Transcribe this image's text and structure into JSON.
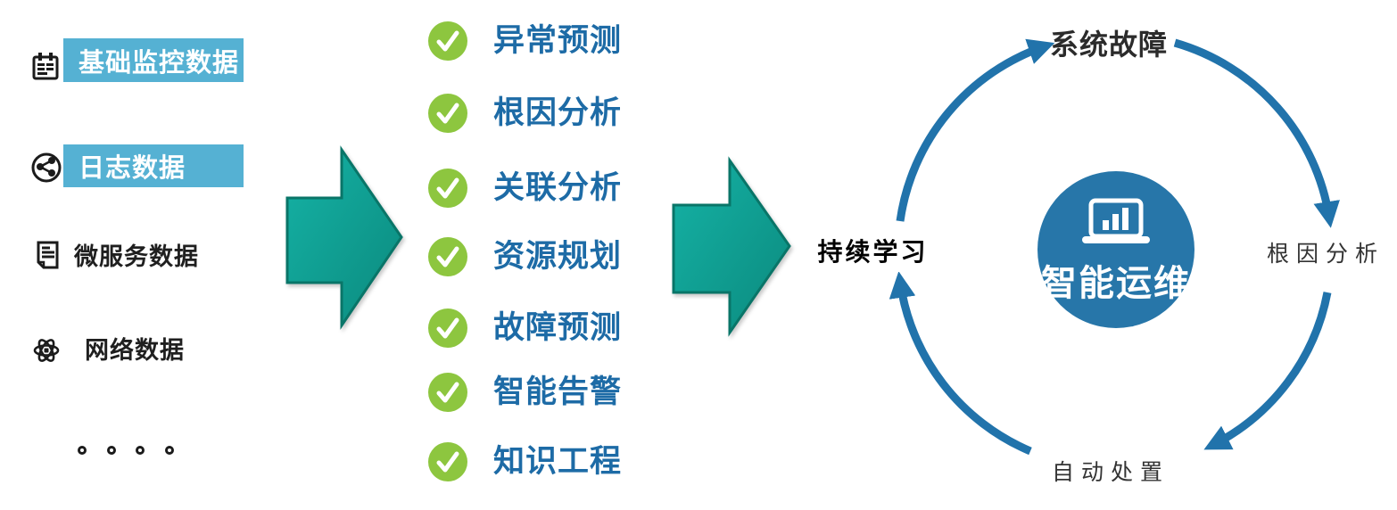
{
  "data_sources": {
    "items": [
      {
        "label": "基础监控数据",
        "icon": "calendar-icon",
        "highlighted": true
      },
      {
        "label": "日志数据",
        "icon": "share-network-icon",
        "highlighted": true
      },
      {
        "label": "微服务数据",
        "icon": "document-icon",
        "highlighted": false
      },
      {
        "label": "网络数据",
        "icon": "atom-icon",
        "highlighted": false
      }
    ],
    "more_indicator_dots": 4
  },
  "capabilities": {
    "items": [
      "异常预测",
      "根因分析",
      "关联分析",
      "资源规划",
      "故障预测",
      "智能告警",
      "知识工程"
    ]
  },
  "learning": {
    "label": "持续学习"
  },
  "cycle": {
    "stages": {
      "top": "系统故障",
      "right": "根因分析",
      "bottom": "自动处置"
    },
    "center": {
      "label": "智能运维",
      "icon": "laptop-chart-icon"
    }
  },
  "colors": {
    "box_blue": "#55b1d3",
    "check_green": "#8dc63f",
    "capability_text_blue": "#1d6ba6",
    "arrow_teal_light": "#15b2a5",
    "arrow_teal_dark": "#0b8a7e",
    "arrow_teal_border": "#097568",
    "cycle_arc_blue": "#2173ab",
    "center_circle_blue": "#2776a9",
    "dark_text": "#2b2b2b"
  }
}
